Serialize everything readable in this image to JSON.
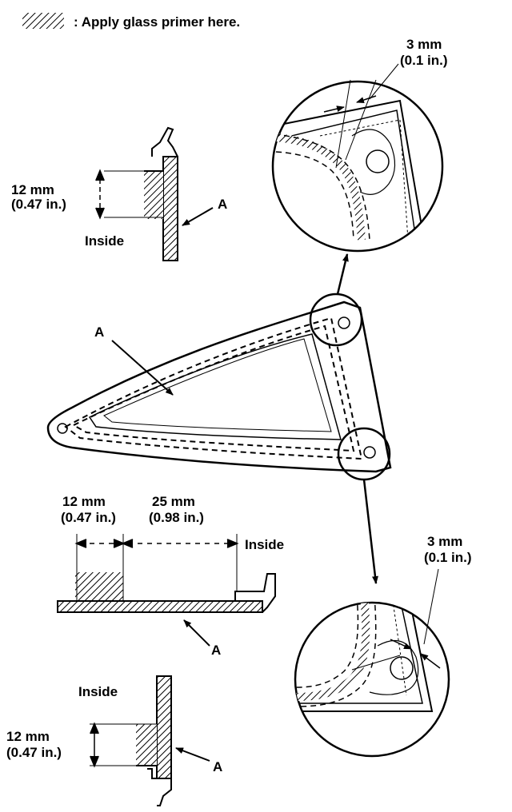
{
  "legend": {
    "text": ": Apply glass primer here.",
    "pattern_icon": "hatch-pattern"
  },
  "labels": {
    "part_a": "A",
    "inside": "Inside",
    "dim_12mm": "12 mm",
    "dim_12mm_in": "(0.47 in.)",
    "dim_25mm": "25 mm",
    "dim_25mm_in": "(0.98 in.)",
    "dim_3mm": "3 mm",
    "dim_3mm_in": "(0.1 in.)"
  },
  "colors": {
    "ink": "#000000",
    "paper": "#ffffff"
  }
}
